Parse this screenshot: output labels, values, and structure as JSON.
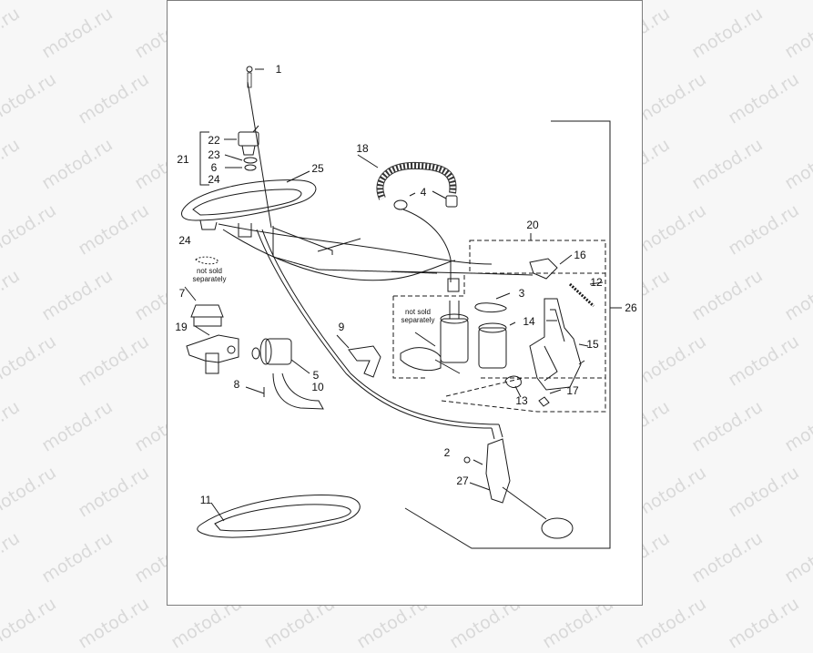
{
  "diagram": {
    "watermark": "motod.ru",
    "notes": {
      "n24": "not sold\nseparately",
      "pump": "not sold\nseparately"
    },
    "callouts": {
      "c1": "1",
      "c2": "2",
      "c3": "3",
      "c4": "4",
      "c5": "5",
      "c6": "6",
      "c7": "7",
      "c8": "8",
      "c9": "9",
      "c10": "10",
      "c11": "11",
      "c12": "12",
      "c13": "13",
      "c14": "14",
      "c15": "15",
      "c16": "16",
      "c17": "17",
      "c18": "18",
      "c19": "19",
      "c20": "20",
      "c21": "21",
      "c22": "22",
      "c23": "23",
      "c24a": "24",
      "c24b": "24",
      "c25": "25",
      "c26": "26",
      "c27": "27"
    }
  }
}
